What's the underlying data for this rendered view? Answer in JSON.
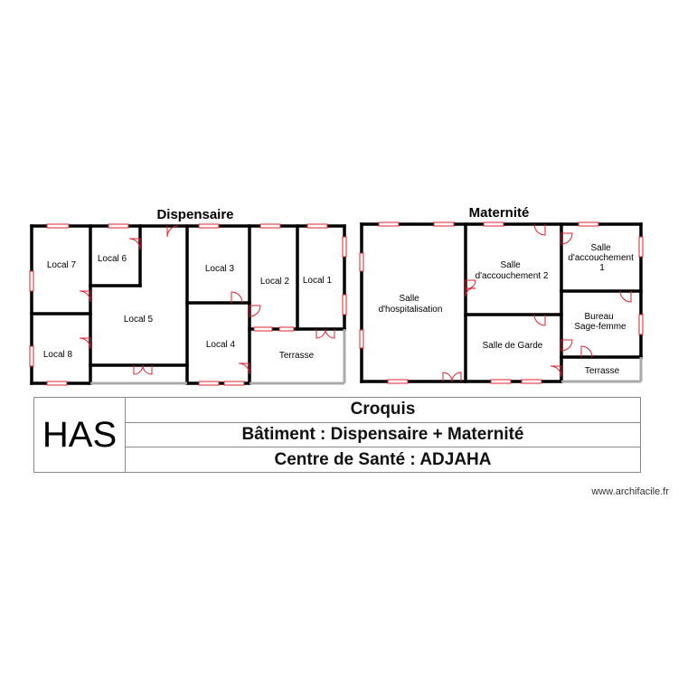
{
  "buildings": {
    "dispensaire": {
      "title": "Dispensaire"
    },
    "maternite": {
      "title": "Maternité"
    }
  },
  "rooms": {
    "local7": "Local 7",
    "local6": "Local 6",
    "local5": "Local 5",
    "local8": "Local 8",
    "local3": "Local 3",
    "local2": "Local 2",
    "local1": "Local 1",
    "local4": "Local 4",
    "terrasse_dispensaire": "Terrasse",
    "salle_hospitalisation": [
      "Salle",
      "d'hospitalisation"
    ],
    "salle_accouchement_2": [
      "Salle",
      "d'accouchement 2"
    ],
    "salle_accouchement_1": [
      "Salle",
      "d'accouchement",
      "1"
    ],
    "bureau_sage_femme": [
      "Bureau",
      "Sage-femme"
    ],
    "salle_de_garde": "Salle de Garde",
    "terrasse_maternite": "Terrasse"
  },
  "title_block": {
    "logo": "HAS",
    "line1": "Croquis",
    "line2": "Bâtiment : Dispensaire + Maternité",
    "line3": "Centre de Santé : ADJAHA"
  },
  "watermark": "www.archifacile.fr",
  "colors": {
    "wall": "#000000",
    "opening": "#e0202a",
    "terrace_edge": "#aaaaaa"
  }
}
